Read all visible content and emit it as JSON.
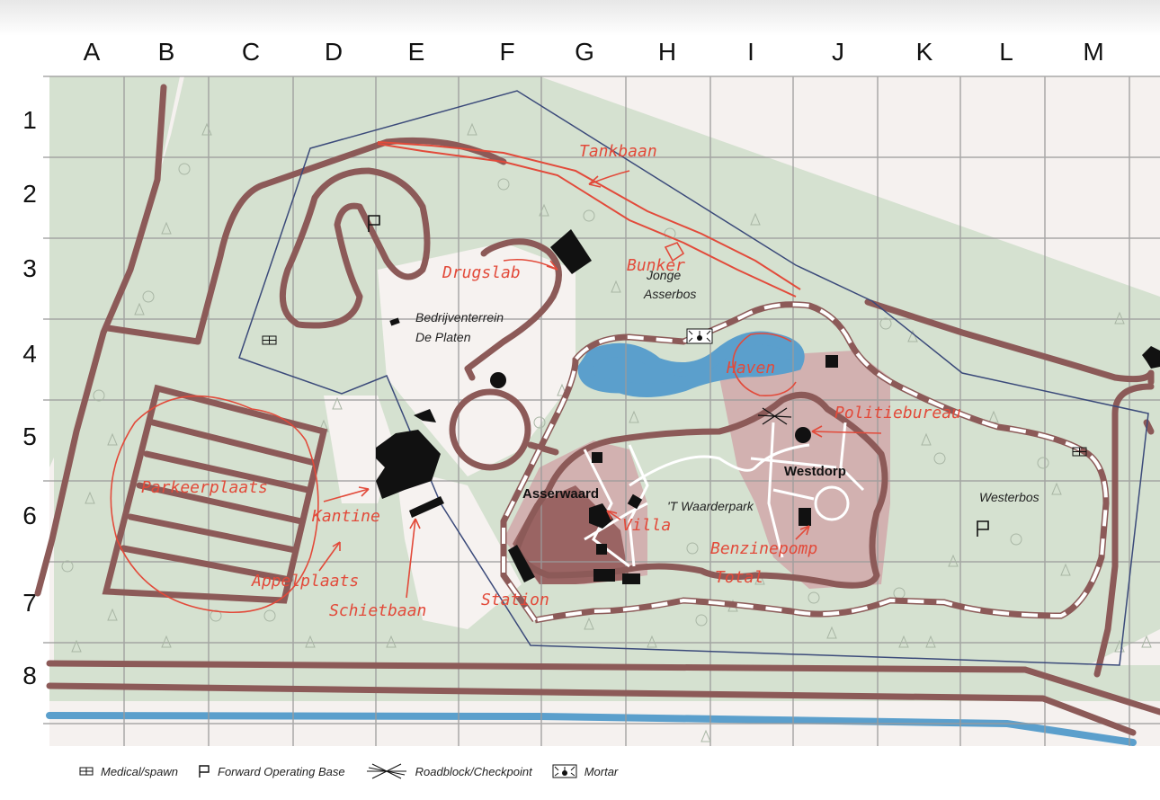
{
  "grid": {
    "columns": [
      "A",
      "B",
      "C",
      "D",
      "E",
      "F",
      "G",
      "H",
      "I",
      "J",
      "K",
      "L",
      "M"
    ],
    "rows": [
      "1",
      "2",
      "3",
      "4",
      "5",
      "6",
      "7",
      "8"
    ]
  },
  "places": {
    "bedrijventerrein": "Bedrijventerrein",
    "de_platen": "De Platen",
    "jonge": "Jonge",
    "asserbos": "Asserbos",
    "asserwaard": "Asserwaard",
    "waarderpark": "'T Waarderpark",
    "westdorp": "Westdorp",
    "westerbos": "Westerbos"
  },
  "annotations": {
    "tankbaan": "Tankbaan",
    "drugslab": "Drugslab",
    "bunker": "Bunker",
    "haven": "Haven",
    "politiebureau": "Politiebureau",
    "parkeerplaats": "Parkeerplaats",
    "kantine": "Kantine",
    "appelplaats": "Appelplaats",
    "schietbaan": "Schietbaan",
    "villa": "Villa",
    "benzinepomp": "Benzinepomp",
    "total": "Total",
    "station": "Station"
  },
  "legend": {
    "medical": "Medical/spawn",
    "fob": "Forward Operating Base",
    "roadblock": "Roadblock/Checkpoint",
    "mortar": "Mortar"
  },
  "icons": [
    "medical-icon",
    "fob-flag-icon",
    "roadblock-icon",
    "mortar-icon"
  ],
  "colors": {
    "forest": "#d5e1d0",
    "clearing": "#f5f1ef",
    "road": "#8c5a58",
    "water": "#5b9fcc",
    "town": "#d2b1b0",
    "annotation": "#e24a3a",
    "boundary": "#3b4a7a"
  }
}
